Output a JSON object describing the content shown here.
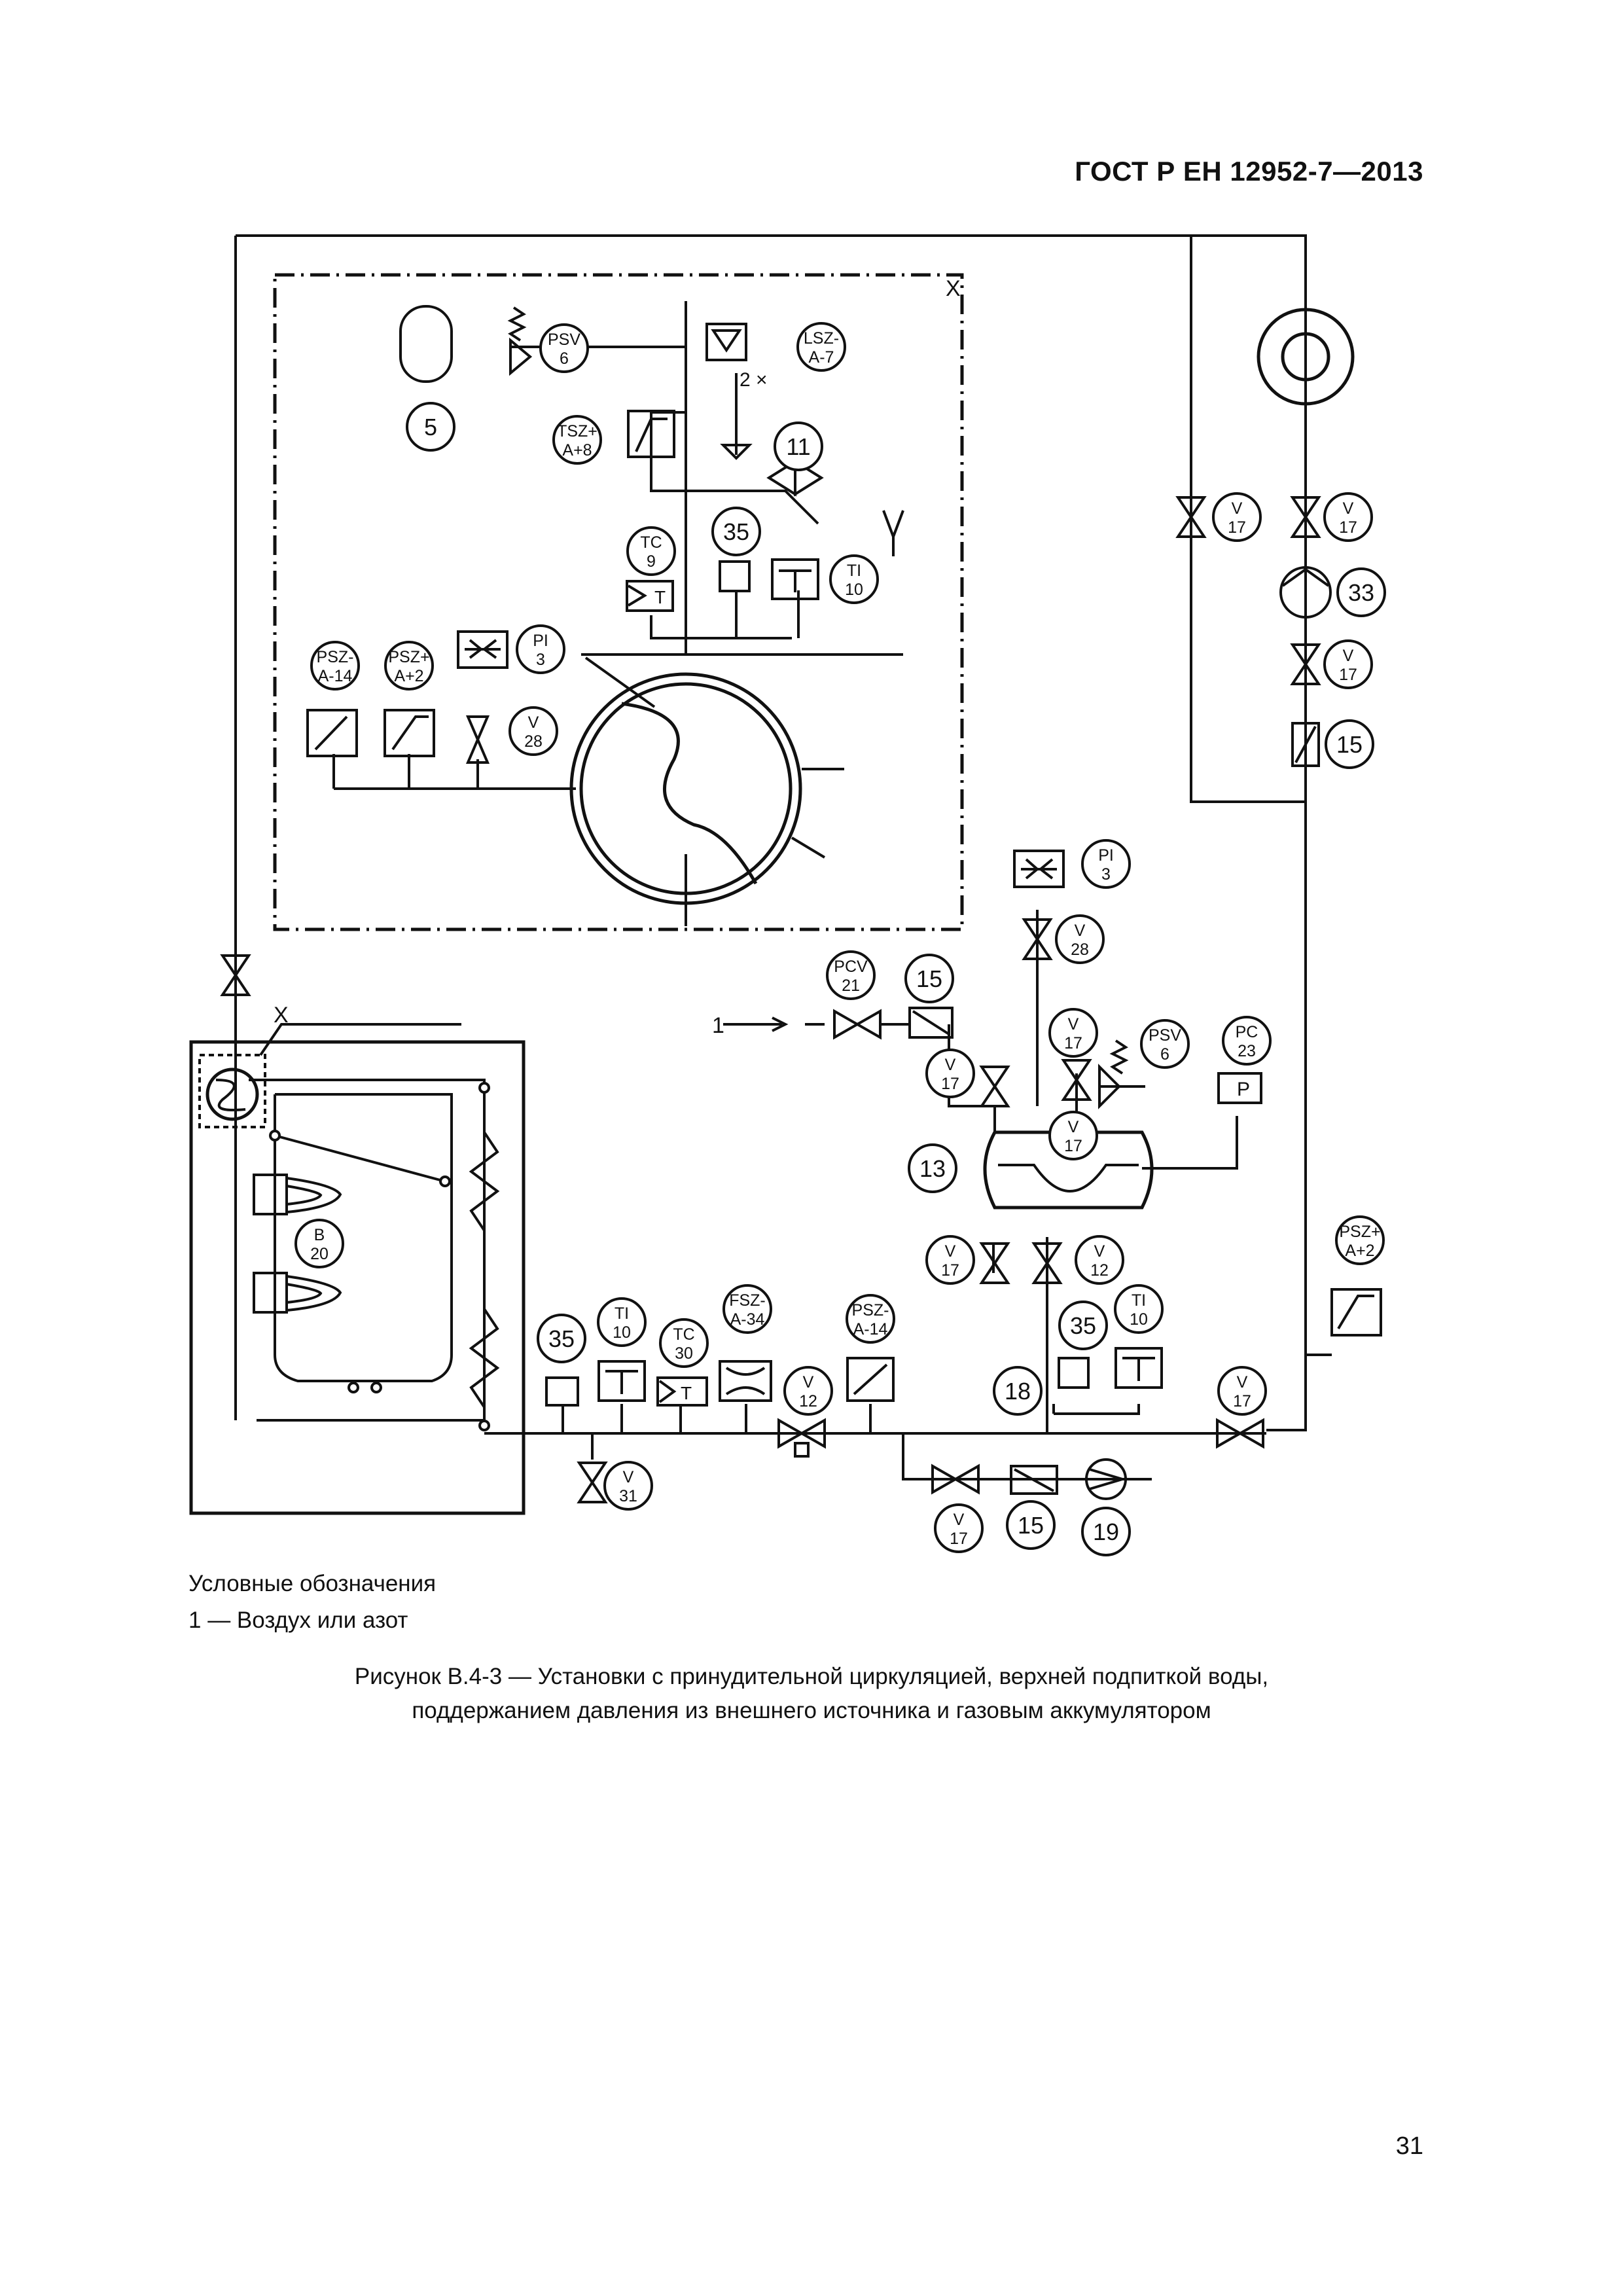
{
  "header": {
    "standard": "ГОСТ Р ЕН 12952-7—2013"
  },
  "legend": {
    "title": "Условные обозначения",
    "item_1": "1 — Воздух или азот"
  },
  "caption": {
    "line1": "Рисунок В.4-3 — Установки с принудительной циркуляцией, верхней подпиткой воды,",
    "line2": "поддержанием давления из внешнего источника и газовым аккумулятором"
  },
  "page_number": "31",
  "diagram_labels": {
    "x_top": "X",
    "x_left": "X",
    "two_x": "2 ×",
    "inlet": "1",
    "t": "T",
    "p": "P"
  },
  "instruments": [
    {
      "t1": "PSV",
      "t2": "6"
    },
    {
      "t1": "LSZ-",
      "t2": "A-7"
    },
    {
      "t1": "5",
      "t2": ""
    },
    {
      "t1": "TSZ+",
      "t2": "A+8"
    },
    {
      "t1": "11",
      "t2": ""
    },
    {
      "t1": "35",
      "t2": ""
    },
    {
      "t1": "TC",
      "t2": "9"
    },
    {
      "t1": "TI",
      "t2": "10"
    },
    {
      "t1": "PSZ-",
      "t2": "A-14"
    },
    {
      "t1": "PSZ+",
      "t2": "A+2"
    },
    {
      "t1": "PI",
      "t2": "3"
    },
    {
      "t1": "V",
      "t2": "28"
    },
    {
      "t1": "V",
      "t2": "17"
    },
    {
      "t1": "V",
      "t2": "17"
    },
    {
      "t1": "33",
      "t2": ""
    },
    {
      "t1": "V",
      "t2": "17"
    },
    {
      "t1": "15",
      "t2": ""
    },
    {
      "t1": "PI",
      "t2": "3"
    },
    {
      "t1": "V",
      "t2": "28"
    },
    {
      "t1": "V",
      "t2": "17"
    },
    {
      "t1": "PCV",
      "t2": "21"
    },
    {
      "t1": "15",
      "t2": ""
    },
    {
      "t1": "V",
      "t2": "17"
    },
    {
      "t1": "PSV",
      "t2": "6"
    },
    {
      "t1": "PC",
      "t2": "23"
    },
    {
      "t1": "V",
      "t2": "17"
    },
    {
      "t1": "13",
      "t2": ""
    },
    {
      "t1": "B",
      "t2": "20"
    },
    {
      "t1": "V",
      "t2": "17"
    },
    {
      "t1": "V",
      "t2": "12"
    },
    {
      "t1": "PSZ+",
      "t2": "A+2"
    },
    {
      "t1": "35",
      "t2": ""
    },
    {
      "t1": "TI",
      "t2": "10"
    },
    {
      "t1": "TC",
      "t2": "30"
    },
    {
      "t1": "FSZ-",
      "t2": "A-34"
    },
    {
      "t1": "PSZ-",
      "t2": "A-14"
    },
    {
      "t1": "V",
      "t2": "12"
    },
    {
      "t1": "35",
      "t2": ""
    },
    {
      "t1": "TI",
      "t2": "10"
    },
    {
      "t1": "18",
      "t2": ""
    },
    {
      "t1": "V",
      "t2": "17"
    },
    {
      "t1": "V",
      "t2": "31"
    },
    {
      "t1": "V",
      "t2": "17"
    },
    {
      "t1": "15",
      "t2": ""
    },
    {
      "t1": "19",
      "t2": ""
    }
  ]
}
